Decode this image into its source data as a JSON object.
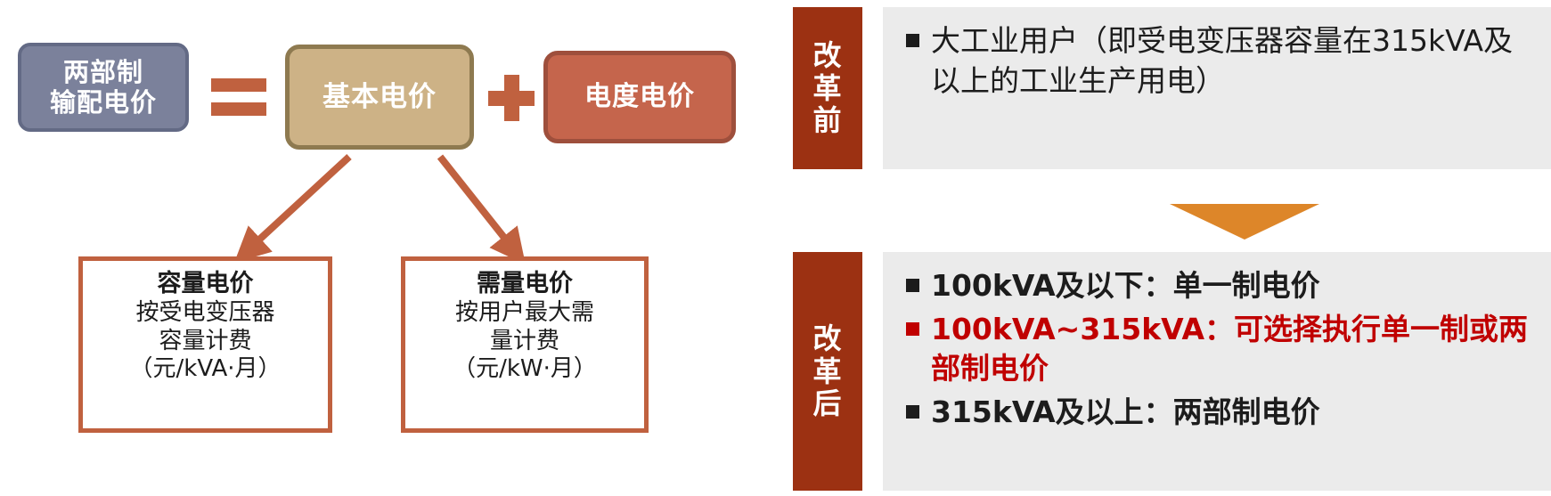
{
  "diagram": {
    "formula": {
      "left_box": {
        "line1": "两部制",
        "line2": "输配电价"
      },
      "equals": "=",
      "basic_price_box": "基本电价",
      "plus": "+",
      "energy_price_box": "电度电价"
    },
    "children": [
      {
        "title": "容量电价",
        "lines": [
          "按受电变压器",
          "容量计费",
          "（元/kVA·月）"
        ]
      },
      {
        "title": "需量电价",
        "lines": [
          "按用户最大需",
          "量计费",
          "（元/kW·月）"
        ]
      }
    ]
  },
  "comparison": {
    "before": {
      "label": "改革前",
      "bullets": [
        {
          "text": "大工业用户（即受电变压器容量在315kVA及以上的工业生产用电）",
          "color": "#1c1c1c"
        }
      ]
    },
    "after": {
      "label": "改革后",
      "bullets": [
        {
          "text": "100kVA及以下：单一制电价",
          "color": "#1c1c1c"
        },
        {
          "text": "100kVA~315kVA：可选择执行单一制或两部制电价",
          "color": "#c00000"
        },
        {
          "text": "315kVA及以上：两部制电价",
          "color": "#1c1c1c"
        }
      ]
    },
    "transition_arrow": "down-arrow"
  },
  "colors": {
    "slate": "#7b819b",
    "tan": "#cdb286",
    "terracotta": "#c5654c",
    "arrow_red": "#c0613f",
    "dark_red_label": "#9c3112",
    "orange_arrow": "#dd8629",
    "panel_gray": "#ebebeb",
    "highlight_red": "#c00000"
  }
}
